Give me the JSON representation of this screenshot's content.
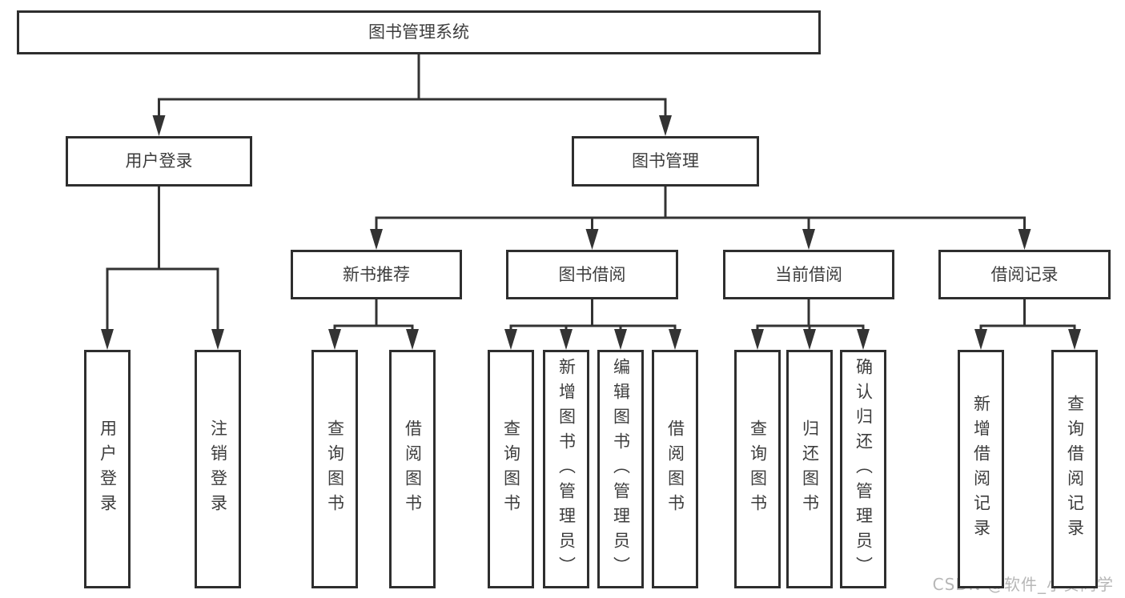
{
  "diagram_title": "图书管理系统",
  "watermark": "CSDN @软件_小贺同学",
  "colors": {
    "background": "#ffffff",
    "box_fill": "#ffffff",
    "box_border": "#2e2e2e",
    "line": "#333333",
    "text": "#3d3d3d",
    "watermark": "#b7b7b7"
  },
  "tree": {
    "id": "root",
    "label": "图书管理系统",
    "children": [
      {
        "id": "user-login",
        "label": "用户登录",
        "children": [
          {
            "id": "ul-login",
            "label": "用户登录"
          },
          {
            "id": "ul-logout",
            "label": "注销登录"
          }
        ]
      },
      {
        "id": "book-mgmt",
        "label": "图书管理",
        "children": [
          {
            "id": "new-books",
            "label": "新书推荐",
            "children": [
              {
                "id": "nb-query",
                "label": "查询图书"
              },
              {
                "id": "nb-borrow",
                "label": "借阅图书"
              }
            ]
          },
          {
            "id": "book-borrow",
            "label": "图书借阅",
            "children": [
              {
                "id": "bb-query",
                "label": "查询图书"
              },
              {
                "id": "bb-add",
                "label": "新增图书（管理员）"
              },
              {
                "id": "bb-edit",
                "label": "编辑图书（管理员）"
              },
              {
                "id": "bb-borrow",
                "label": "借阅图书"
              }
            ]
          },
          {
            "id": "current-borrow",
            "label": "当前借阅",
            "children": [
              {
                "id": "cb-query",
                "label": "查询图书"
              },
              {
                "id": "cb-return",
                "label": "归还图书"
              },
              {
                "id": "cb-confirm",
                "label": "确认归还（管理员）"
              }
            ]
          },
          {
            "id": "borrow-records",
            "label": "借阅记录",
            "children": [
              {
                "id": "br-add",
                "label": "新增借阅记录"
              },
              {
                "id": "br-query",
                "label": "查询借阅记录"
              }
            ]
          }
        ]
      }
    ]
  }
}
